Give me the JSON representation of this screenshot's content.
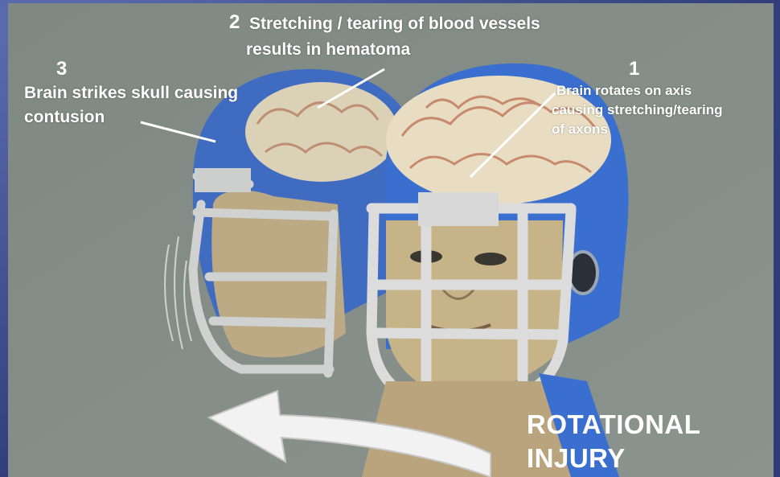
{
  "callouts": [
    {
      "number": "1",
      "text_line1": "Brain rotates on axis",
      "text_line2": "causing stretching/tearing",
      "text_line3": "of axons"
    },
    {
      "number": "2",
      "text_line1": "Stretching / tearing of blood vessels",
      "text_line2": "results in hematoma"
    },
    {
      "number": "3",
      "text_line1": "Brain strikes skull causing",
      "text_line2": "contusion"
    }
  ],
  "caption": {
    "line1": "ROTATIONAL",
    "line2": "INJURY"
  },
  "colors": {
    "panel": "#838c86",
    "helmet": "#3a6fd0",
    "brain": "#e6dcc0",
    "skin": "#c7b388",
    "facemask": "#d6d6d6",
    "text": "#ffffff"
  },
  "icons": [
    "rotation-arrow-icon"
  ]
}
